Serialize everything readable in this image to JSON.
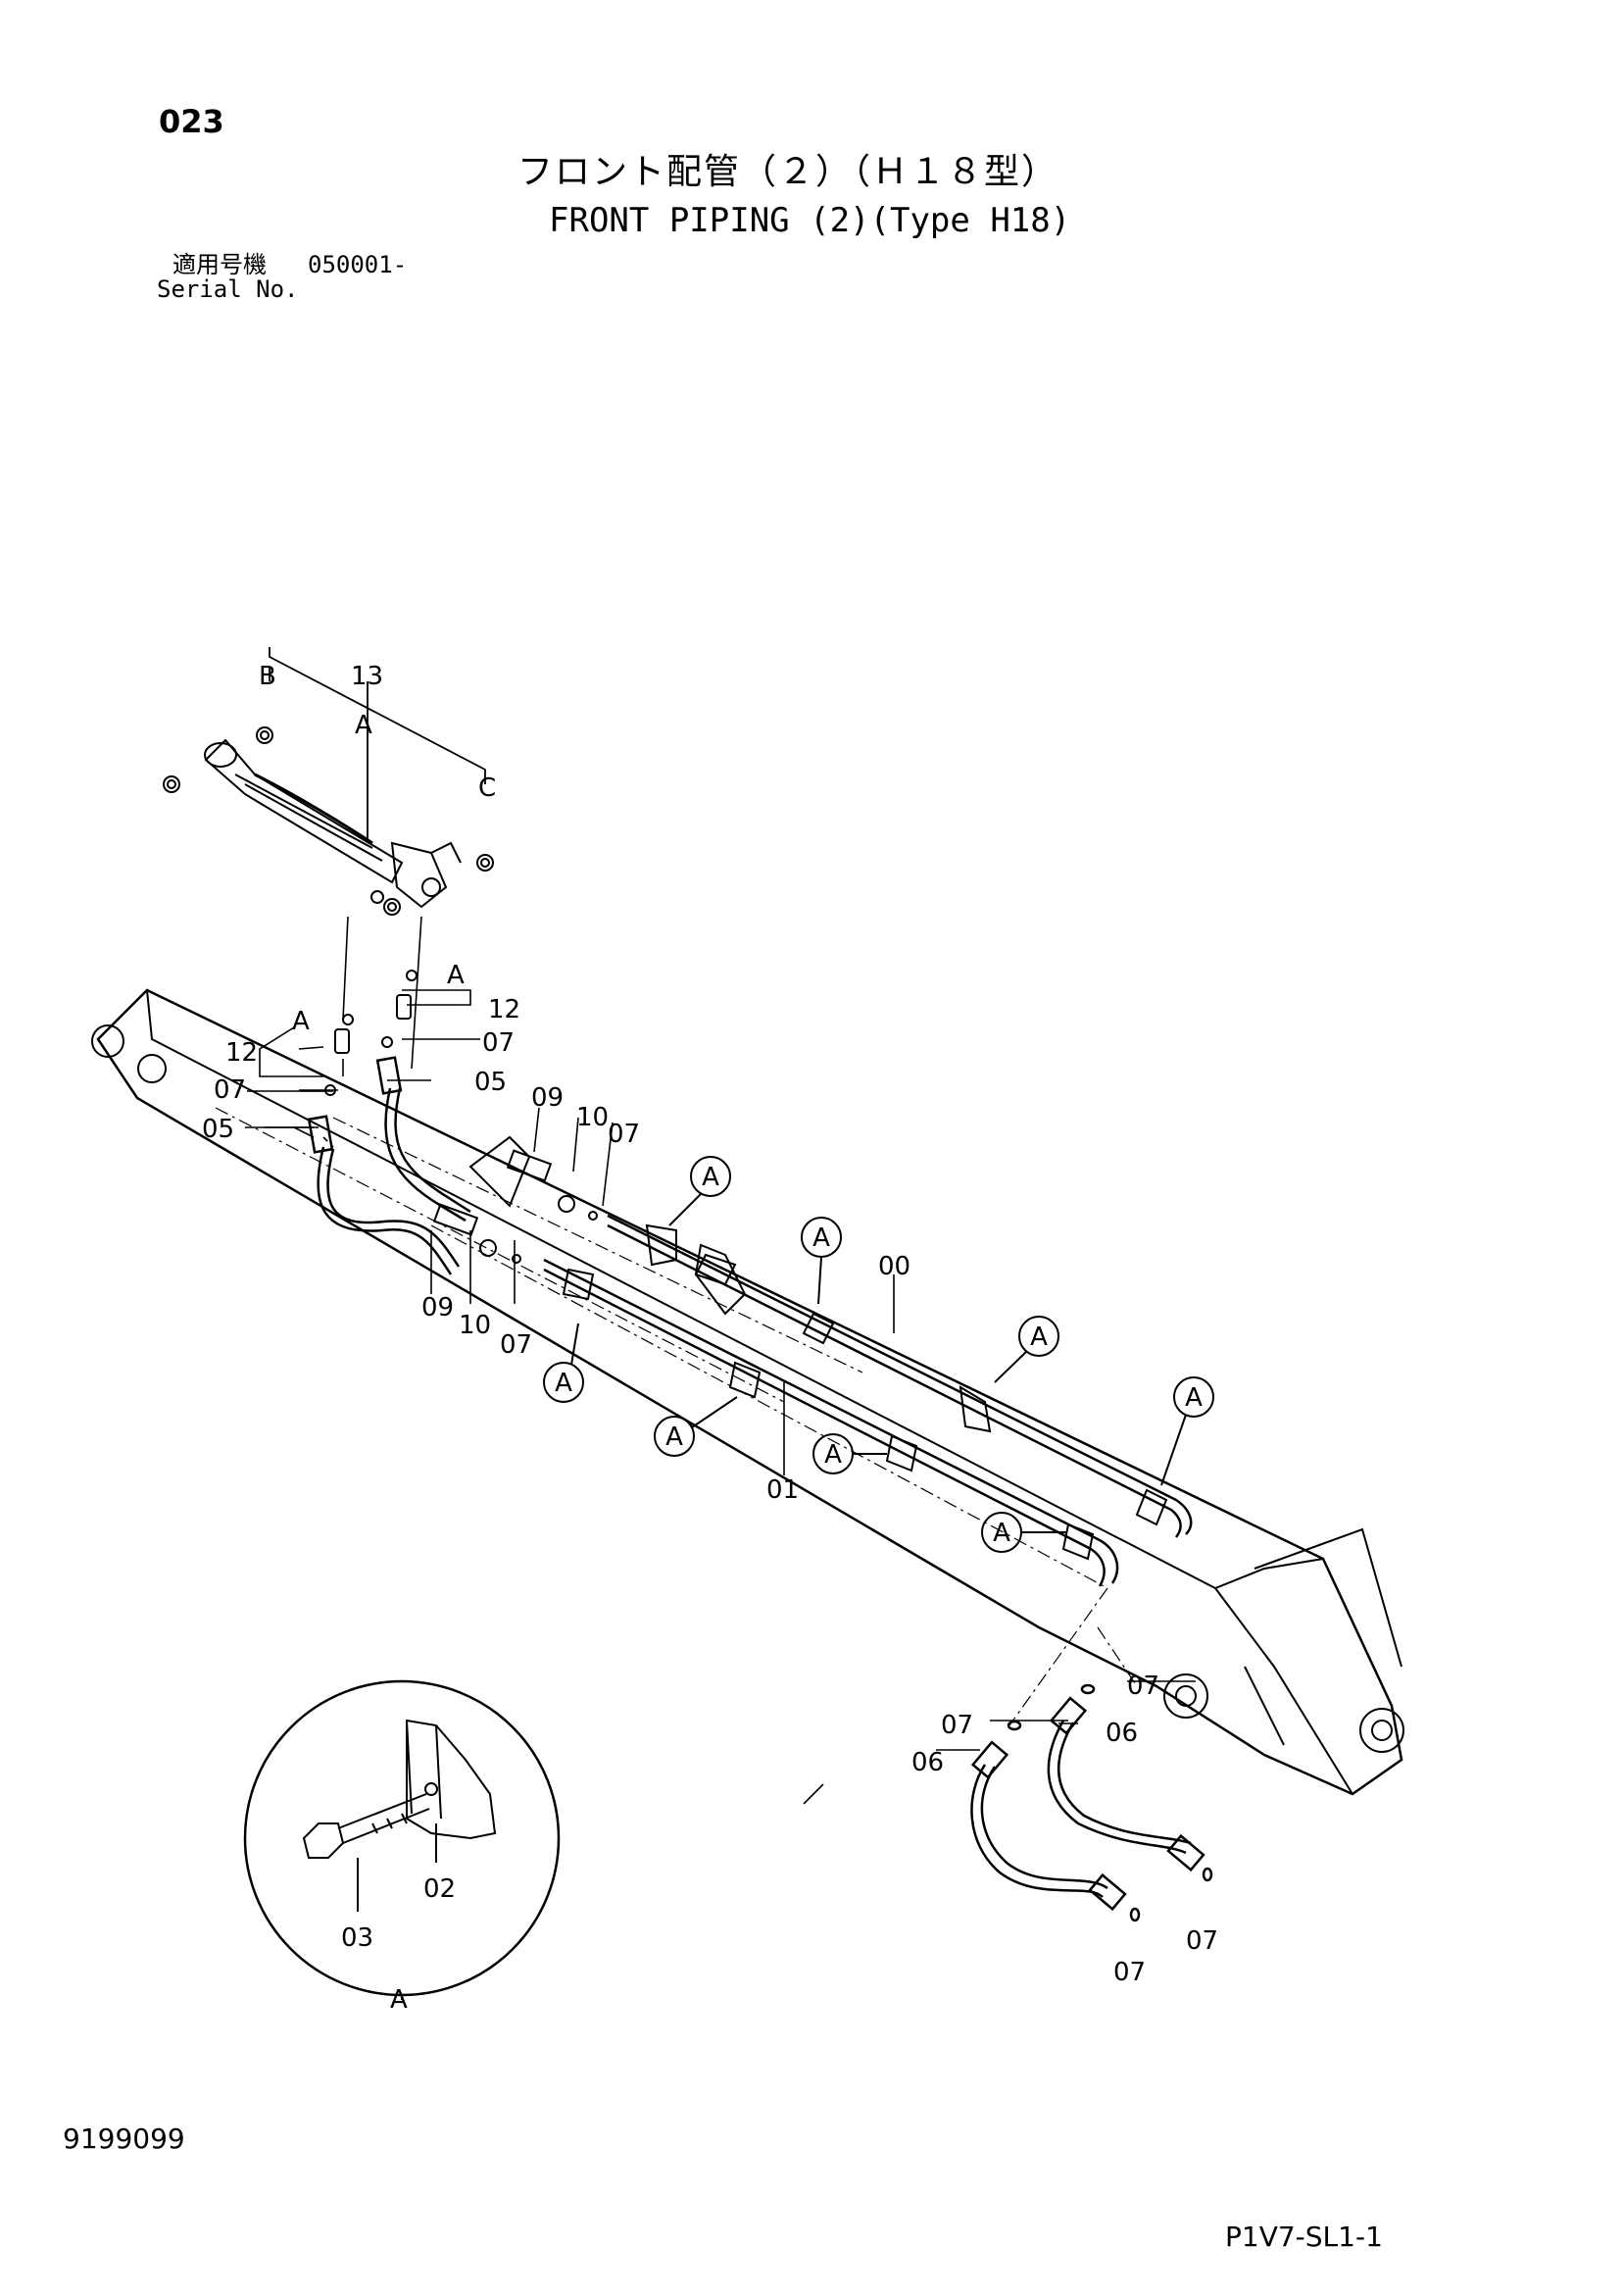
{
  "header": {
    "page_number": "023",
    "title_jp": "フロント配管（２）（Ｈ１８型）",
    "title_en": "FRONT PIPING (2)(Type H18)",
    "serial_label_jp": "適用号機",
    "serial_value": "050001-",
    "serial_label_en": "Serial No."
  },
  "footer": {
    "doc_number": "9199099",
    "sheet_code": "P1V7-SL1-1"
  },
  "callouts": {
    "c00": "00",
    "c01": "01",
    "c02": "02",
    "c03": "03",
    "c05a": "05",
    "c05b": "05",
    "c06a": "06",
    "c06b": "06",
    "c07a": "07",
    "c07b": "07",
    "c07c": "07",
    "c07d": "07",
    "c07e": "07",
    "c07f": "07",
    "c07g": "07",
    "c07h": "07",
    "c09a": "09",
    "c09b": "09",
    "c10a": "10",
    "c10b": "10",
    "c12a": "12",
    "c12b": "12",
    "c13": "13",
    "lblB": "B",
    "lblC": "C",
    "lblA1": "A",
    "lblA2": "A",
    "lblA3": "A",
    "lblA_detail": "A"
  },
  "ref_circles": [
    "A",
    "A",
    "A",
    "A",
    "A",
    "A",
    "A",
    "A"
  ]
}
